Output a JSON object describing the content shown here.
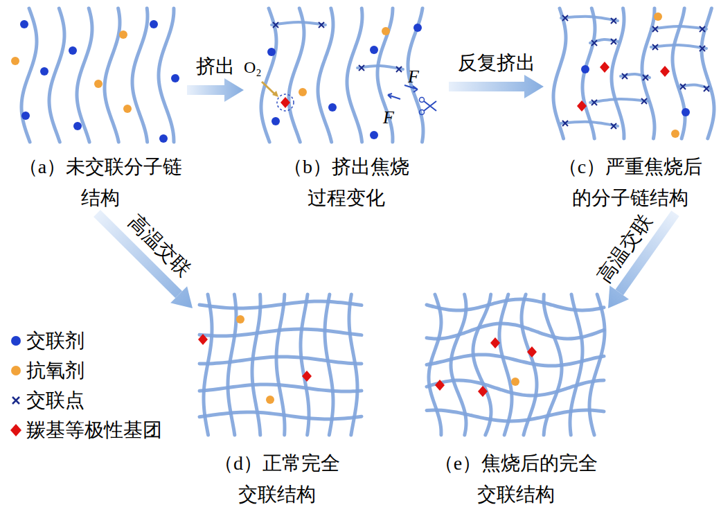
{
  "diagram": {
    "nodes": [
      {
        "text": [
          "（a）未交联分子链 结构"
        ]
      },
      {
        "text": [
          "（b）挤出焦烧 过程变化"
        ]
      },
      {
        "text": [
          "（c）严重焦烧后 的分子链结构"
        ]
      },
      {
        "text": [
          "（d）正常完全 交联结构"
        ]
      },
      {
        "text": [
          "（e）焦烧后的完全 交联结构"
        ]
      }
    ],
    "edges": [
      {
        "from": 0,
        "to": 1,
        "arrow": "to",
        "label": "挤出"
      },
      {
        "from": 1,
        "to": 2,
        "arrow": "to",
        "label": "反复挤出"
      },
      {
        "from": 0,
        "to": 3,
        "arrow": "to",
        "label": "高温交联"
      },
      {
        "from": 2,
        "to": 4,
        "arrow": "to",
        "label": "高温交联"
      }
    ],
    "labels": [
      "O₂",
      "F",
      "F"
    ],
    "legend": [
      {
        "text": "交联剂",
        "color": "#1f3fcf"
      },
      {
        "text": "抗氧剂",
        "color": "#f2a33a"
      },
      {
        "text": "交联点"
      },
      {
        "text": "羰基等极性基团",
        "color": "#e01010"
      }
    ]
  }
}
